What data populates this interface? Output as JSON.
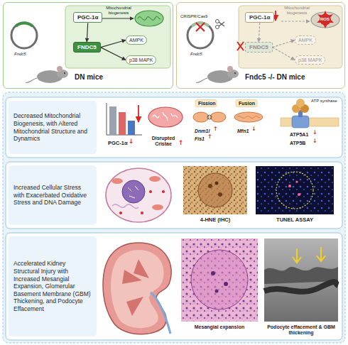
{
  "diagram": {
    "nodes": [
      {
        "text": [
          "DN mice"
        ]
      },
      {
        "text": [
          "PGC-1α"
        ],
        "in": 0
      },
      {
        "text": [
          "FNDC5"
        ],
        "in": 0
      },
      {
        "text": [
          "AMPK"
        ],
        "in": 0
      },
      {
        "text": [
          "p38 MAPK"
        ],
        "in": 0
      },
      {
        "text": [
          "Fndc5 -/- DN mice"
        ]
      },
      {
        "text": [
          "PGC-1α"
        ],
        "in": 5
      },
      {
        "text": [
          "FNDC5"
        ],
        "in": 5
      },
      {
        "text": [
          "AMPK"
        ],
        "in": 5
      },
      {
        "text": [
          "p38 MAPK"
        ],
        "in": 5
      },
      {
        "text": [
          "Decreased Mitochondrial Biogenesis, with Altered Mitochondrial Structure and Dynamics"
        ]
      },
      {
        "text": [
          "Increased Cellular Stress with Exacerbated Oxidative Stress and DNA Damage"
        ]
      },
      {
        "text": [
          "Accelerated Kidney Structural Injury with Increased Mesangial Expansion, Glomerular Basement Membrane (GBM) Thickening, and Podocyte Effacement"
        ]
      }
    ],
    "edges": [
      {
        "from": 1,
        "to": 2,
        "arrow": "to"
      },
      {
        "from": 2,
        "to": 3,
        "arrow": "to"
      },
      {
        "from": 2,
        "to": 4,
        "arrow": "to"
      },
      {
        "from": 6,
        "to": 7,
        "arrow": "to"
      },
      {
        "from": 7,
        "to": 8,
        "arrow": "to"
      },
      {
        "from": 7,
        "to": 9,
        "arrow": "to"
      }
    ],
    "labels": [
      "Fndc5",
      "Mitochondrial biogenesis",
      "Fndc5",
      "CRISPR/Cas9",
      "Mitochondrial biogenesis",
      "ROS",
      "PGC-1α",
      "↓",
      "Disrupted Cristae",
      "↑",
      "Fission",
      "Dnm1l",
      "↑",
      "Fis1",
      "↑",
      "Fusion",
      "Mfn1",
      "↓",
      "ATP synthase",
      "ATP5A1",
      "↓",
      "ATP5B",
      "↓",
      "4-HNE (IHC)",
      "TUNEL ASSAY",
      "Mesangial expansion",
      "Podocyte effacement & GBM thickening"
    ]
  }
}
